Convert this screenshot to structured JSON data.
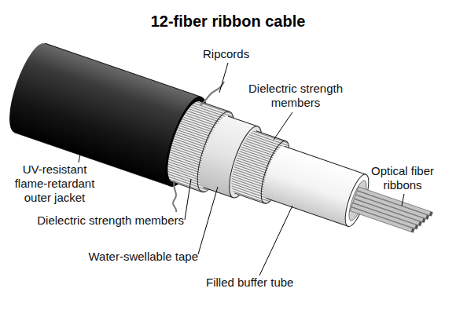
{
  "diagram": {
    "title": "12-fiber ribbon cable",
    "labels": [
      "Ripcords",
      "Dielectric strength members",
      "UV-resistant flame-retardant outer jacket",
      "Optical fiber ribbons",
      "Dielectric strength members",
      "Water-swellable tape",
      "Filled buffer tube"
    ]
  }
}
